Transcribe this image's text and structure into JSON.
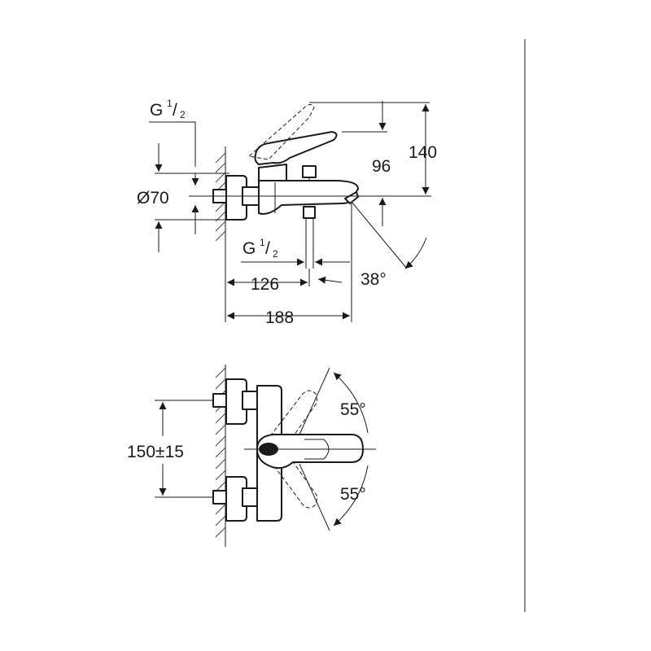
{
  "side_view": {
    "inlet_thread_top": {
      "base": "G",
      "num": "1",
      "den": "2"
    },
    "inlet_thread_bottom": {
      "base": "G",
      "num": "1",
      "den": "2"
    },
    "diameter": "Ø70",
    "height_lever": "140",
    "height_spout": "96",
    "depth_outlet": "126",
    "depth_total": "188",
    "spout_angle": "38°"
  },
  "top_view": {
    "center_distance": "150±15",
    "lever_angle_up": "55°",
    "lever_angle_down": "55°"
  }
}
